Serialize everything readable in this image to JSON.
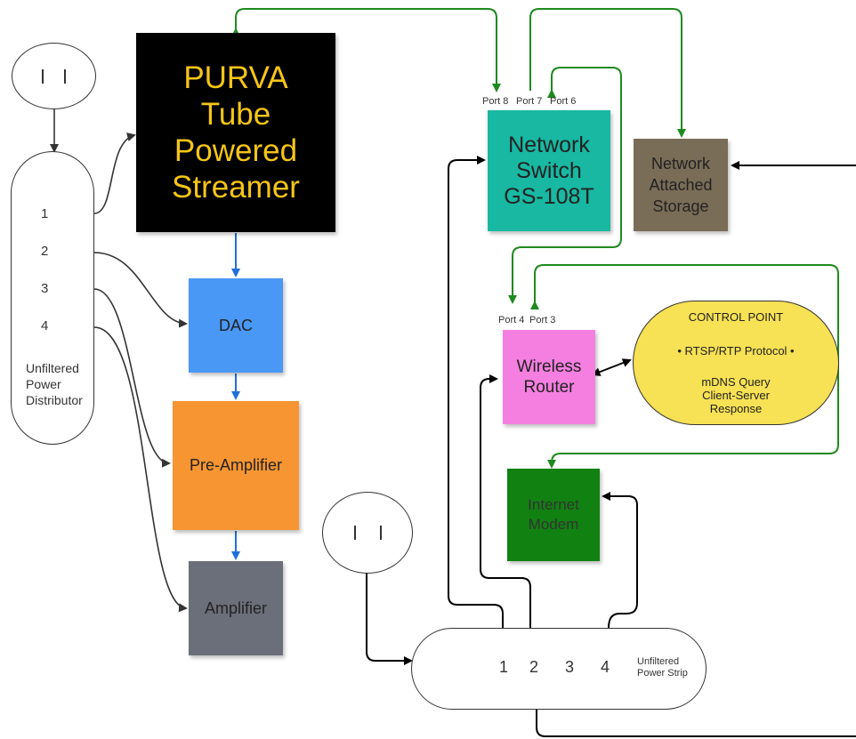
{
  "colors": {
    "green_wire": "#1e8a1e",
    "blue_wire": "#1f6fd8",
    "dark_wire": "#333333",
    "black_wire": "#000000"
  },
  "streamer": {
    "label": "PURVA\nTube\nPowered\nStreamer"
  },
  "dac": {
    "label": "DAC"
  },
  "preamp": {
    "label": "Pre-Amplifier"
  },
  "amp": {
    "label": "Amplifier"
  },
  "distributor": {
    "ports": [
      "1",
      "2",
      "3",
      "4"
    ],
    "label": "Unfiltered\nPower\nDistributor"
  },
  "switch": {
    "label": "Network\nSwitch\nGS-108T",
    "ports": [
      "Port 8",
      "Port 7",
      "Port 6"
    ]
  },
  "nas": {
    "label": "Network\nAttached\nStorage"
  },
  "router": {
    "label": "Wireless\nRouter",
    "ports": [
      "Port 4",
      "Port 3"
    ]
  },
  "control_point": {
    "title": "CONTROL POINT",
    "protocol": "• RTSP/RTP Protocol •",
    "query": "mDNS Query\nClient-Server\nResponse"
  },
  "modem": {
    "label": "Internet\nModem"
  },
  "power_strip": {
    "ports": [
      "1",
      "2",
      "3",
      "4"
    ],
    "label": "Unfiltered\nPower Strip"
  },
  "icons": {
    "outlet_left": "wall-outlet-icon",
    "outlet_right": "wall-outlet-icon"
  }
}
